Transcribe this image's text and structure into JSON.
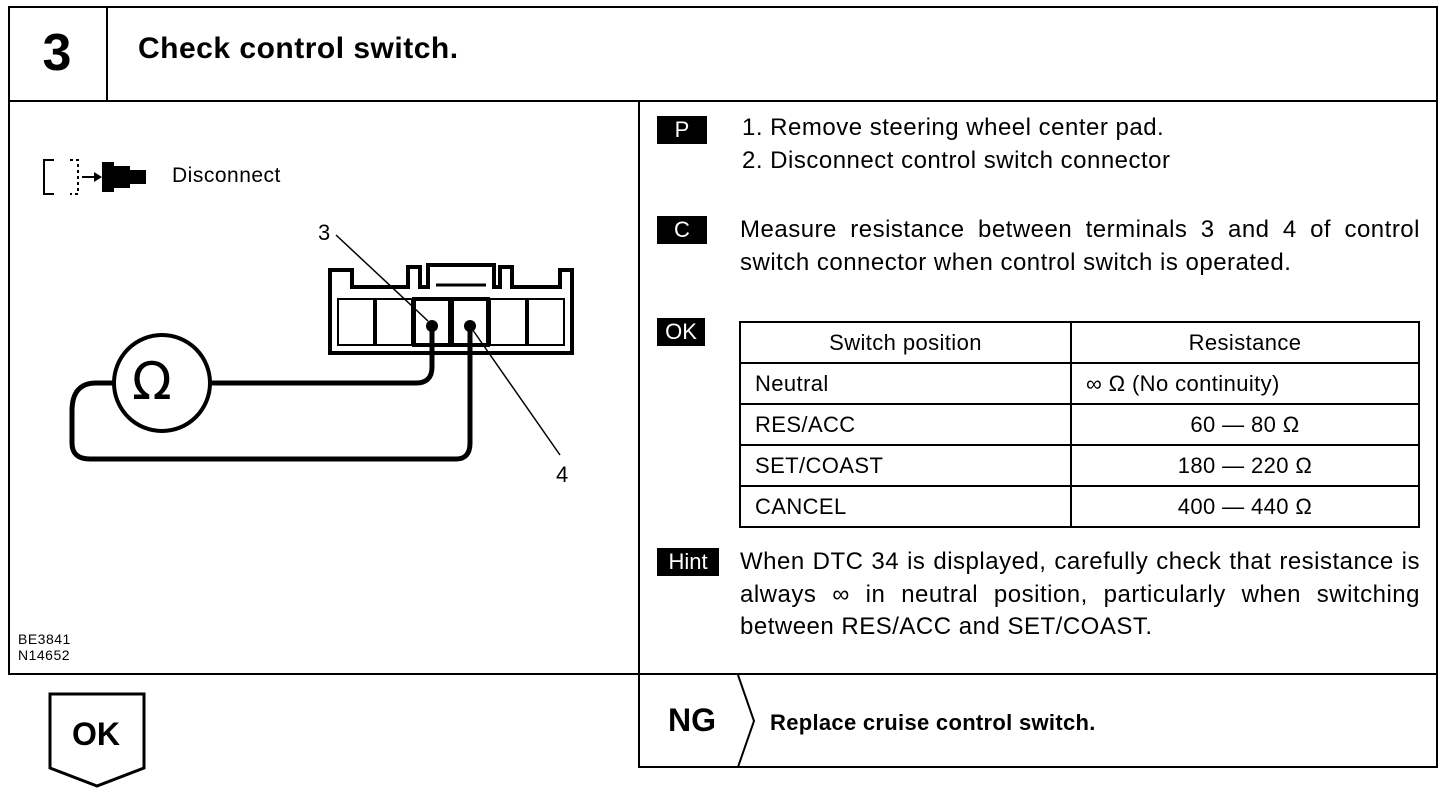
{
  "header": {
    "step_number": "3",
    "title": "Check control switch."
  },
  "diagram": {
    "disconnect_label": "Disconnect",
    "terminal_3": "3",
    "terminal_4": "4",
    "meter_symbol": "Ω",
    "figure_codes": [
      "BE3841",
      "N14652"
    ]
  },
  "instructions": {
    "prep_tag": "P",
    "prep_steps": [
      "1. Remove steering wheel center pad.",
      "2. Disconnect control switch connector"
    ],
    "check_tag": "C",
    "check_text": "Measure resistance between terminals 3 and 4 of control switch connector when control switch is operated.",
    "ok_tag": "OK",
    "table": {
      "headers": [
        "Switch position",
        "Resistance"
      ],
      "rows": [
        [
          "Neutral",
          "∞ Ω (No continuity)"
        ],
        [
          "RES/ACC",
          "60 — 80 Ω"
        ],
        [
          "SET/COAST",
          "180 — 220 Ω"
        ],
        [
          "CANCEL",
          "400 — 440 Ω"
        ]
      ]
    },
    "hint_tag": "Hint",
    "hint_text": "When DTC 34 is displayed, carefully check that resistance is always ∞ in neutral position, particularly when switching between RES/ACC and SET/COAST."
  },
  "results": {
    "ok_label": "OK",
    "ng_label": "NG",
    "ng_action": "Replace cruise control switch."
  },
  "colors": {
    "ink": "#000000",
    "paper": "#ffffff"
  }
}
